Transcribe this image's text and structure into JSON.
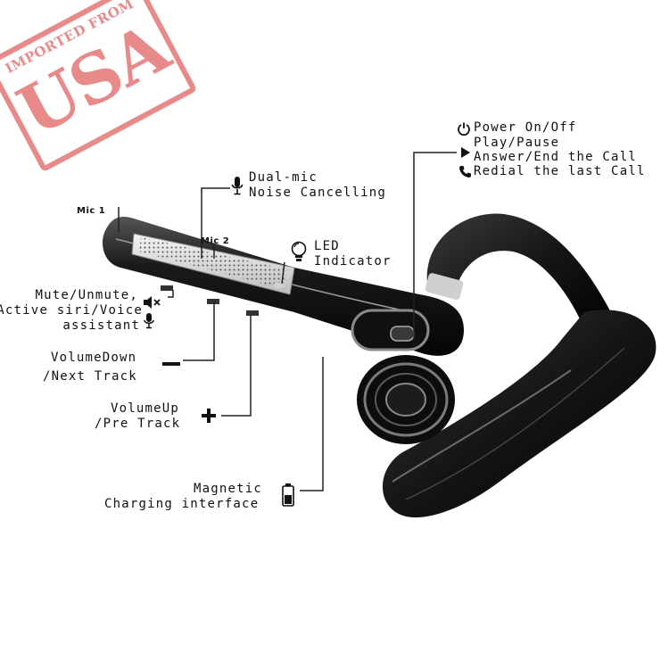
{
  "stamp": {
    "top_text": "IMPORTED FROM",
    "big_text": "USA",
    "color": "#e88a8a"
  },
  "labels": {
    "power_on_off": "Power On/Off",
    "play_pause": "Play/Pause",
    "answer_end": "Answer/End the Call",
    "redial": "Redial the last Call",
    "dual_mic_1": "Dual-mic",
    "dual_mic_2": "Noise Cancelling",
    "mic1": "Mic 1",
    "mic2": "Mic 2",
    "led_1": "LED",
    "led_2": "Indicator",
    "mute_1": "Mute/Unmute,",
    "mute_2": "Active siri/Voice",
    "mute_3": "assistant",
    "vol_down_1": "VolumeDown",
    "vol_down_2": "/Next Track",
    "vol_up_1": "VolumeUp",
    "vol_up_2": "/Pre Track",
    "magnetic_1": "Magnetic",
    "magnetic_2": "Charging interface"
  },
  "icons": {
    "power": "power-icon",
    "play": "play-icon",
    "phone": "phone-icon",
    "mic": "microphone-icon",
    "bulb": "bulb-icon",
    "mute": "speaker-mute-icon",
    "minus": "minus-icon",
    "plus": "plus-icon",
    "battery": "battery-icon"
  }
}
